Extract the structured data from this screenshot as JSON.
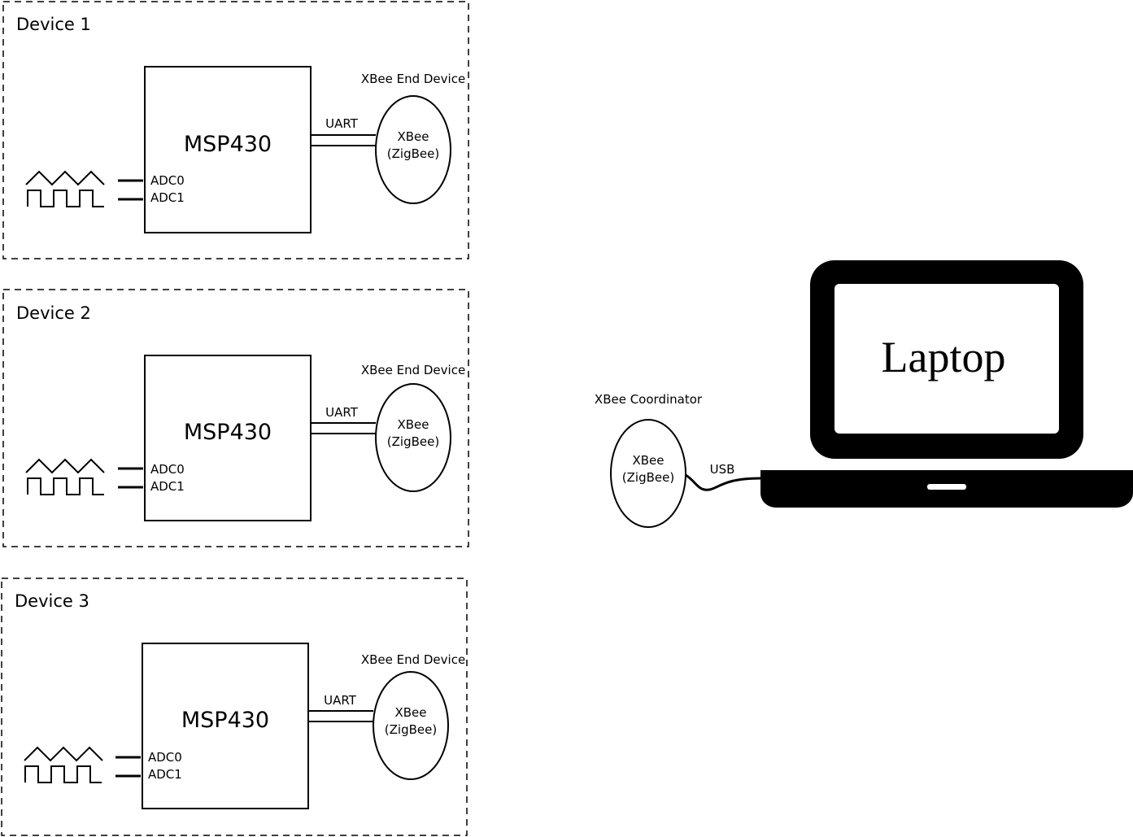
{
  "devices": [
    {
      "title": "Device 1",
      "mcu": "MSP430",
      "adc0": "ADC0",
      "adc1": "ADC1",
      "link": "UART",
      "radio_role": "XBee End Device",
      "radio_line1": "XBee",
      "radio_line2": "(ZigBee)"
    },
    {
      "title": "Device 2",
      "mcu": "MSP430",
      "adc0": "ADC0",
      "adc1": "ADC1",
      "link": "UART",
      "radio_role": "XBee End Device",
      "radio_line1": "XBee",
      "radio_line2": "(ZigBee)"
    },
    {
      "title": "Device 3",
      "mcu": "MSP430",
      "adc0": "ADC0",
      "adc1": "ADC1",
      "link": "UART",
      "radio_role": "XBee End Device",
      "radio_line1": "XBee",
      "radio_line2": "(ZigBee)"
    }
  ],
  "coordinator": {
    "role": "XBee Coordinator",
    "line1": "XBee",
    "line2": "(ZigBee)",
    "link": "USB"
  },
  "laptop": {
    "label": "Laptop"
  },
  "colors": {
    "stroke": "#000000",
    "background": "#ffffff",
    "laptop_screen": "#ffffff"
  }
}
